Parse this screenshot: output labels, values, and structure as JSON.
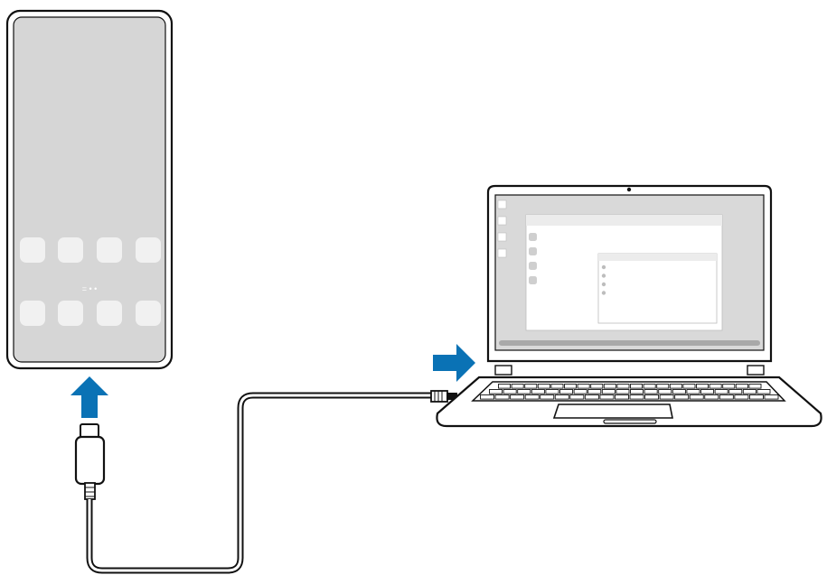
{
  "colors": {
    "outline": "#111111",
    "screen_gray": "#d6d6d6",
    "app_icon": "#f1f1f1",
    "arrow_blue": "#0a72b5",
    "laptop_screen": "#d9d9d9",
    "window_header": "#ececec",
    "window_body": "#ffffff",
    "taskbar": "#a9a9a9"
  },
  "phone": {
    "home_icon_rows": 2,
    "home_icons_per_row": 4,
    "page_indicator": "= • •"
  },
  "arrows": [
    {
      "name": "up-arrow-icon",
      "direction": "up"
    },
    {
      "name": "right-arrow-icon",
      "direction": "right"
    }
  ],
  "cable": {
    "connector_a": "USB-C",
    "connector_b": "USB-A"
  },
  "laptop": {
    "desktop_icons": 4,
    "window_list_items": 4,
    "dialog_list_items": 4
  }
}
